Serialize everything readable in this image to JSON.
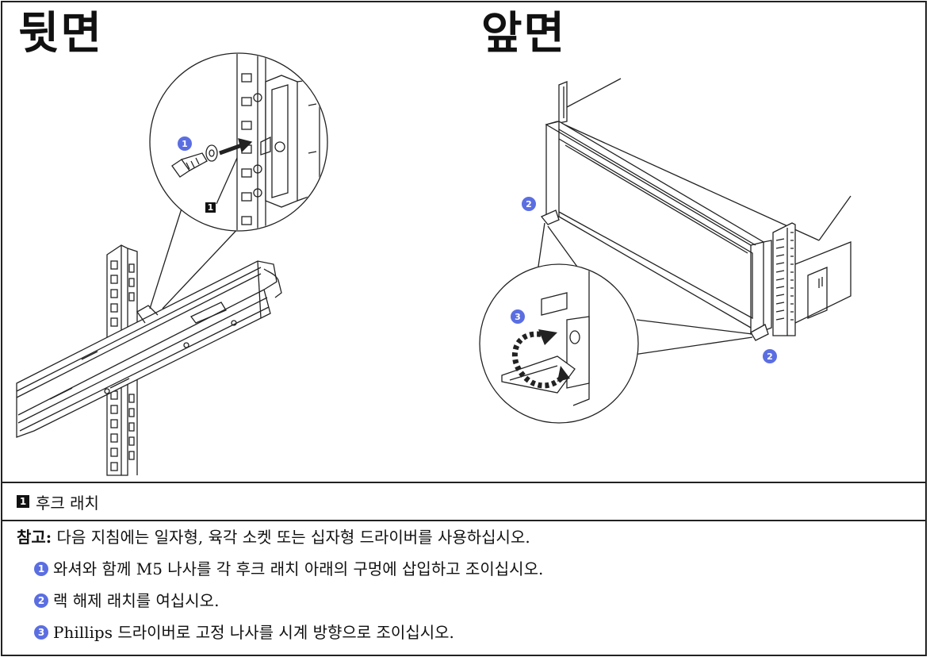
{
  "figure": {
    "heading_left": "뒷면",
    "heading_right": "앞면",
    "callouts": {
      "one": "1",
      "two": "2",
      "three": "3",
      "key_one": "1"
    }
  },
  "legend": {
    "key": "1",
    "label": "후크 래치"
  },
  "notes": {
    "note_label": "참고:",
    "note_text": " 다음 지침에는 일자형, 육각 소켓 또는 십자형 드라이버를 사용하십시오.",
    "steps": [
      {
        "num": "1",
        "text": "와셔와 함께 M5 나사를 각 후크 래치 아래의 구멍에 삽입하고 조이십시오."
      },
      {
        "num": "2",
        "text": "랙 해제 래치를 여십시오."
      },
      {
        "num": "3",
        "text": "Phillips 드라이버로 고정 나사를 시계 방향으로 조이십시오."
      }
    ]
  },
  "colors": {
    "callout": "#5b6ee1",
    "line": "#222222"
  }
}
